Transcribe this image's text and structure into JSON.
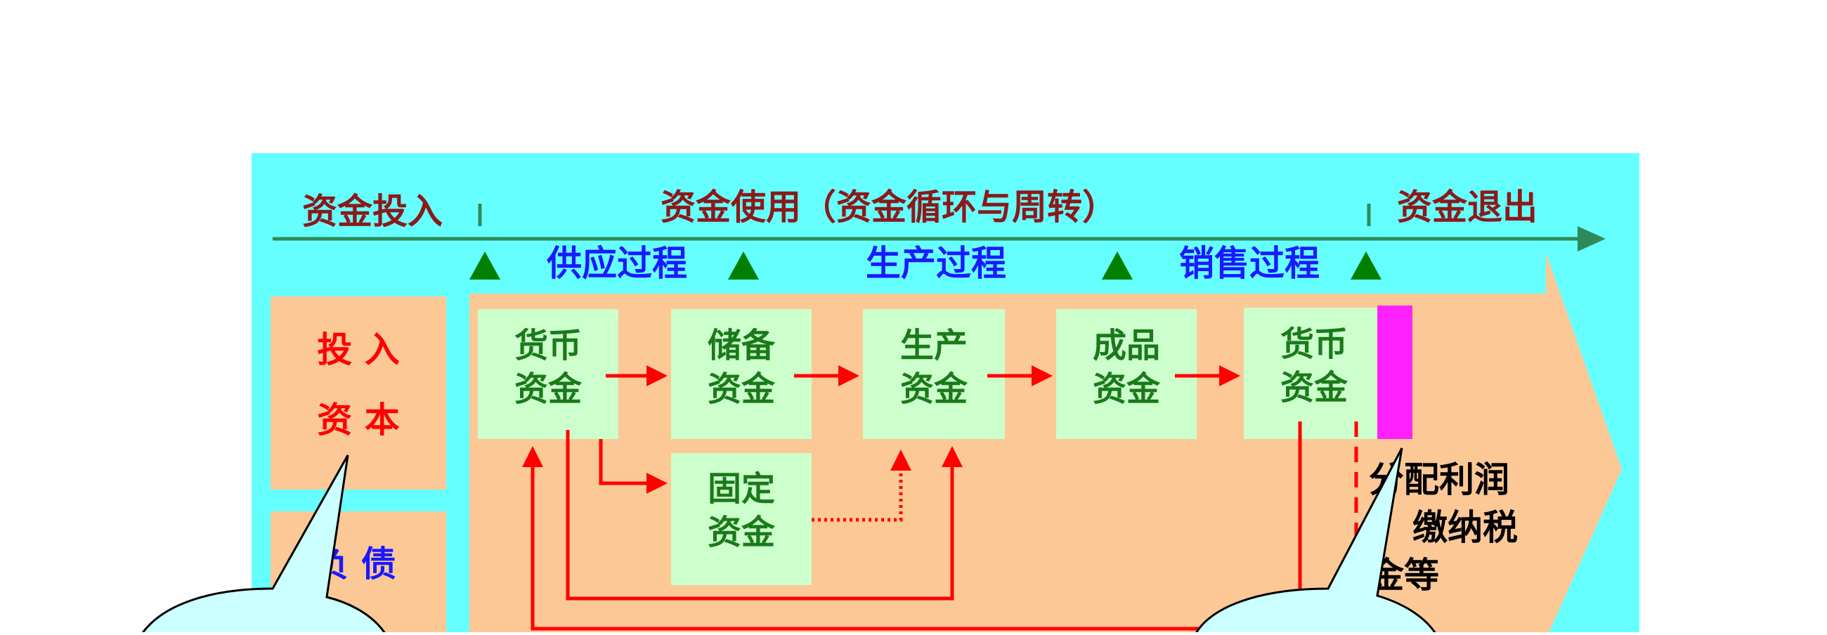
{
  "header": {
    "stage_invest": "资金投入",
    "stage_use": "资金使用（资金循环与周转）",
    "stage_exit": "资金退出"
  },
  "processes": {
    "supply": "供应过程",
    "production": "生产过程",
    "sales": "销售过程"
  },
  "sources": {
    "capital_line1": "投 入",
    "capital_line2": "资 本",
    "debt_line1": "负 债"
  },
  "boxes": {
    "currency_1_line1": "货币",
    "currency_1_line2": "资金",
    "reserve_line1": "储备",
    "reserve_line2": "资金",
    "production_line1": "生产",
    "production_line2": "资金",
    "finished_line1": "成品",
    "finished_line2": "资金",
    "currency_2_line1": "货币",
    "currency_2_line2": "资金",
    "fixed_line1": "固定",
    "fixed_line2": "资金"
  },
  "exit_note": {
    "line1": "分配利润",
    "line2": "缴纳税",
    "line3": "金等"
  },
  "colors": {
    "canvas_cyan": "#66ffff",
    "process_peach": "#fcc896",
    "box_green": "#ccffcc",
    "box_text_green": "#1a7a1a",
    "stage_text_maroon": "#8b1a1a",
    "process_text_blue": "#1a1aff",
    "arrow_red": "#ff0000",
    "magenta_bar": "#ff22ff",
    "callout_fill": "#ccffff"
  }
}
